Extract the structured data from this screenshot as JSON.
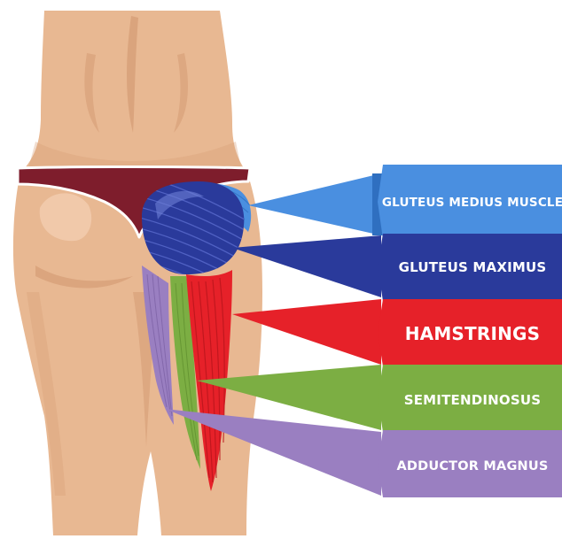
{
  "colors": {
    "background": "#ffffff",
    "skin": "#e8b892",
    "skin_shadow": "#d69d76",
    "skin_highlight": "#f2cdb0",
    "underwear": "#7e1d2c",
    "underwear_trim": "#ffffff",
    "gluteus_medius": "#4a8fe0",
    "gluteus_maximus": "#2a3a9b",
    "hamstrings": "#e62129",
    "semitendinosus": "#7cae43",
    "adductor_magnus": "#9a7fc1"
  },
  "labels": [
    {
      "key": "gluteus_medius",
      "text": "GLUTEUS MEDIUS MUSCLE",
      "color": "#4a8fe0",
      "dark": "#2f6fc0"
    },
    {
      "key": "gluteus_maximus",
      "text": "GLUTEUS MAXIMUS",
      "color": "#2a3a9b",
      "dark": "#1e2b7a"
    },
    {
      "key": "hamstrings",
      "text": "HAMSTRINGS",
      "color": "#e62129",
      "dark": "#b8151c"
    },
    {
      "key": "semitendinosus",
      "text": "SEMITENDINOSUS",
      "color": "#7cae43",
      "dark": "#5d8c2d"
    },
    {
      "key": "adductor_magnus",
      "text": "ADDUCTOR MAGNUS",
      "color": "#9a7fc1",
      "dark": "#7a5fa3"
    }
  ]
}
